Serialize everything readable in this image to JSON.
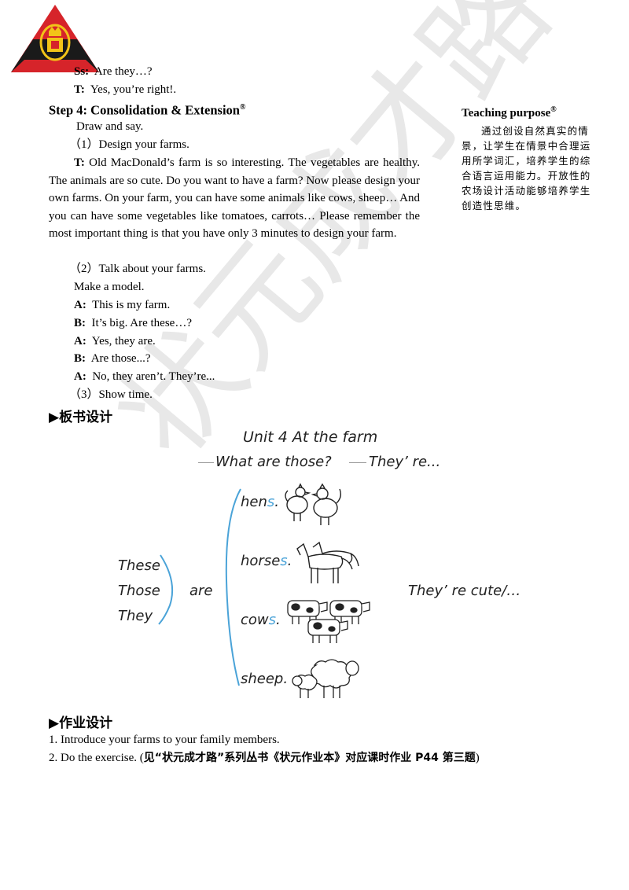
{
  "top": {
    "ss_label": "Ss:",
    "ss_text": "Are they…?",
    "t_label": "T:",
    "t_text": "Yes, you’re right!."
  },
  "step4": {
    "title": "Step 4: Consolidation & Extension",
    "mark": "®"
  },
  "draw_say": "Draw and say.",
  "item1": "（1）Design your farms.",
  "t_para": {
    "label": "T:",
    "text": "Old MacDonald’s farm is so interesting. The vegetables are healthy. The animals are so cute. Do you want to have a farm? Now please design your own farms. On your farm, you can have some animals like cows, sheep… And you can have some vegetables like tomatoes, carrots… Please remember the most important thing is that you have only 3 minutes to design your farm."
  },
  "item2": "（2）Talk about your farms.",
  "make_model": "Make a model.",
  "dialogue": [
    {
      "speaker": "A:",
      "text": "This is my farm."
    },
    {
      "speaker": "B:",
      "text": "It’s big. Are these…?"
    },
    {
      "speaker": "A:",
      "text": "Yes, they are."
    },
    {
      "speaker": "B:",
      "text": "Are those...?"
    },
    {
      "speaker": "A:",
      "text": "No, they aren’t. They’re..."
    }
  ],
  "item3": "（3）Show time.",
  "teaching_purpose": {
    "title": "Teaching purpose",
    "mark": "®",
    "body": "通过创设自然真实的情景，让学生在情景中合理运用所学词汇，培养学生的综合语言运用能力。开放性的农场设计活动能够培养学生创造性思维。"
  },
  "board": {
    "heading": "▶板书设计",
    "title": "Unit 4   At the farm",
    "question": "What are those?",
    "answer": "They’ re...",
    "pronouns": [
      "These",
      "Those",
      "They"
    ],
    "are": "are",
    "animals": [
      {
        "stem": "hen",
        "suffix": "s",
        "end": "."
      },
      {
        "stem": "horse",
        "suffix": "s",
        "end": "."
      },
      {
        "stem": "cow",
        "suffix": "s",
        "end": "."
      },
      {
        "stem": "sheep",
        "suffix": "",
        "end": "."
      }
    ],
    "comment": "They’ re cute/…"
  },
  "homework": {
    "heading": "▶作业设计",
    "item1": "1. Introduce your farms to your family members.",
    "item2_plain": "2. Do the exercise. (",
    "item2_bold": "见“状元成才路”系列丛书《状元作业本》对应课时作业 P44 第三题",
    "item2_end": ")"
  },
  "watermark": "状元成才路",
  "colors": {
    "accent_blue": "#4aa3d8",
    "logo_red": "#d6242a",
    "logo_black": "#1a1a1a",
    "logo_gold": "#f2c318"
  },
  "icons": [
    "logo-emblem",
    "hens-icon",
    "horses-icon",
    "cows-icon",
    "sheep-icon"
  ]
}
